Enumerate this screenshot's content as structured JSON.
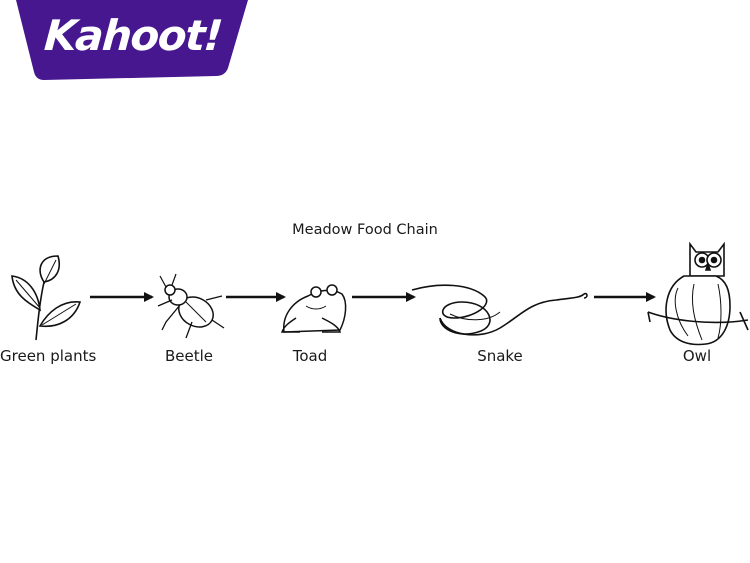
{
  "brand": {
    "logo_text": "Kahoot!",
    "color": "#46178f"
  },
  "diagram": {
    "title": "Meadow Food Chain",
    "organisms": [
      {
        "label": "Green plants",
        "icon": "leaf-icon"
      },
      {
        "label": "Beetle",
        "icon": "beetle-icon"
      },
      {
        "label": "Toad",
        "icon": "toad-icon"
      },
      {
        "label": "Snake",
        "icon": "snake-icon"
      },
      {
        "label": "Owl",
        "icon": "owl-icon"
      }
    ]
  }
}
